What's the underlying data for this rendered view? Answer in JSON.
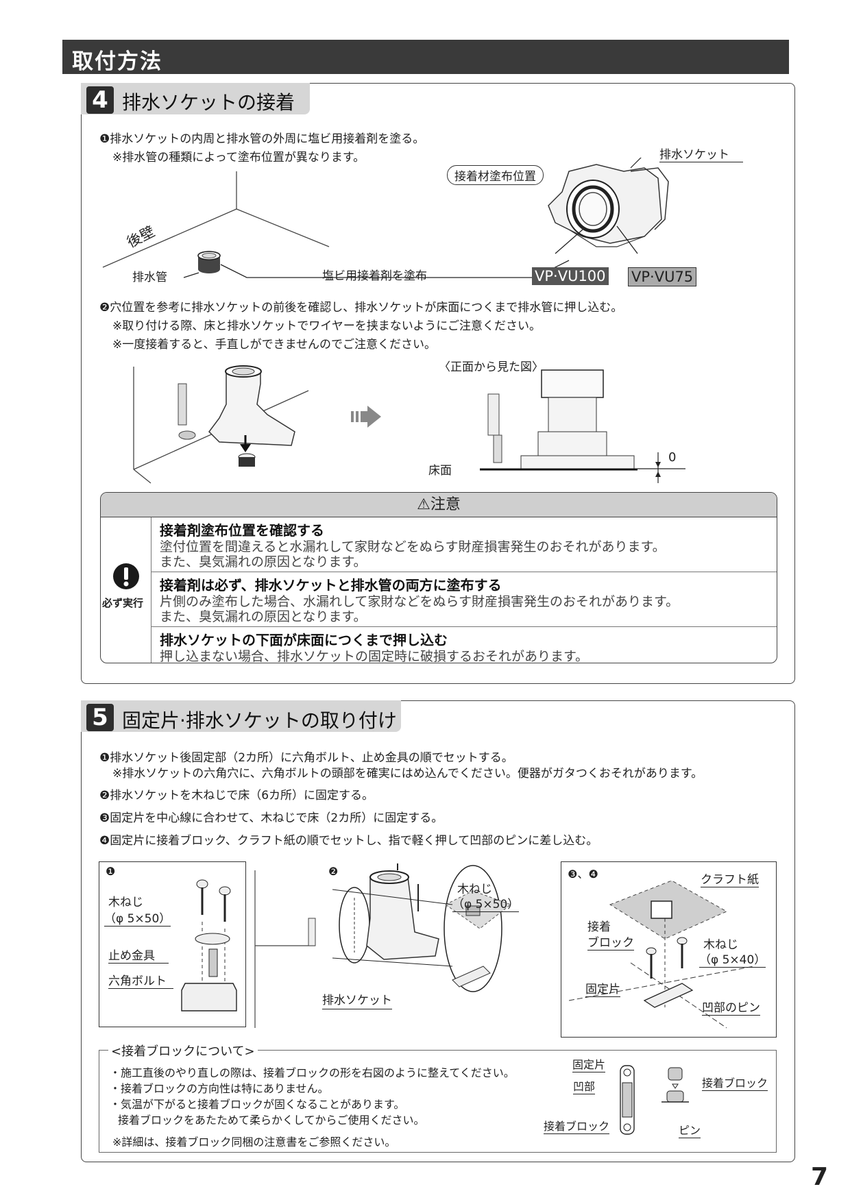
{
  "header": {
    "title": "取付方法"
  },
  "section4": {
    "num": "4",
    "title": "排水ソケットの接着",
    "step1": "❶排水ソケットの内周と排水管の外周に塩ビ用接着剤を塗る。",
    "step1_note": "※排水管の種類によって塗布位置が異なります。",
    "label_wall": "後壁",
    "label_pipe": "排水管",
    "label_glue": "塩ビ用接着剤を塗布",
    "label_socket": "排水ソケット",
    "label_position": "接着材塗布位置",
    "tag_vu100": "VP·VU100",
    "tag_vu75": "VP·VU75",
    "step2": "❷穴位置を参考に排水ソケットの前後を確認し、排水ソケットが床面につくまで排水管に押し込む。",
    "step2_note1": "※取り付ける際、床と排水ソケットでワイヤーを挟まないようにご注意ください。",
    "step2_note2": "※一度接着すると、手直しができませんのでご注意ください。",
    "label_front": "〈正面から見た図〉",
    "label_floor": "床面",
    "label_zero": "0"
  },
  "caution": {
    "title": "⚠注意",
    "must": "必ず実行",
    "items": [
      {
        "title": "接着剤塗布位置を確認する",
        "line1": "塗付位置を間違えると水漏れして家財などをぬらす財産損害発生のおそれがあります。",
        "line2": "また、臭気漏れの原因となります。"
      },
      {
        "title": "接着剤は必ず、排水ソケットと排水管の両方に塗布する",
        "line1": "片側のみ塗布した場合、水漏れして家財などをぬらす財産損害発生のおそれがあります。",
        "line2": "また、臭気漏れの原因となります。"
      },
      {
        "title": "排水ソケットの下面が床面につくまで押し込む",
        "line1": "押し込まない場合、排水ソケットの固定時に破損するおそれがあります。",
        "line2": ""
      }
    ]
  },
  "section5": {
    "num": "5",
    "title": "固定片·排水ソケットの取り付け",
    "step1": "❶排水ソケット後固定部（2カ所）に六角ボルト、止め金具の順でセットする。",
    "step1_note": "※排水ソケットの六角穴に、六角ボルトの頭部を確実にはめ込んでください。便器がガタつくおそれがあります。",
    "step2": "❷排水ソケットを木ねじで床（6カ所）に固定する。",
    "step3": "❸固定片を中心線に合わせて、木ねじで床（2カ所）に固定する。",
    "step4": "❹固定片に接着ブロック、クラフト紙の順でセットし、指で軽く押して凹部のピンに差し込む。",
    "fig1_num": "❶",
    "fig2_num": "❷",
    "fig34_num": "❸、❹",
    "label_screw": "木ねじ",
    "label_screw_size": "（φ 5×50）",
    "label_stopper": "止め金具",
    "label_hexbolt": "六角ボルト",
    "label_socket": "排水ソケット",
    "label_screw2": "木ねじ",
    "label_screw2_size": "（φ 5×50）",
    "label_kraft": "クラフト紙",
    "label_block1": "接着",
    "label_block2": "ブロック",
    "label_screw3": "木ねじ",
    "label_screw3_size": "（φ 5×40）",
    "label_fixing": "固定片",
    "label_pin": "凹部のピン"
  },
  "block_info": {
    "title": "<接着ブロックについて>",
    "bullet1": "・施工直後のやり直しの際は、接着ブロックの形を右図のように整えてください。",
    "bullet2": "・接着ブロックの方向性は特にありません。",
    "bullet3": "・気温が下がると接着ブロックが固くなることがあります。",
    "bullet3b": "接着ブロックをあたためて柔らかくしてからご使用ください。",
    "note": "※詳細は、接着ブロック同梱の注意書をご参照ください。",
    "label_fixing": "固定片",
    "label_recess": "凹部",
    "label_block": "接着ブロック",
    "label_block_r": "接着ブロック",
    "label_pin": "ピン"
  },
  "page_number": "7"
}
